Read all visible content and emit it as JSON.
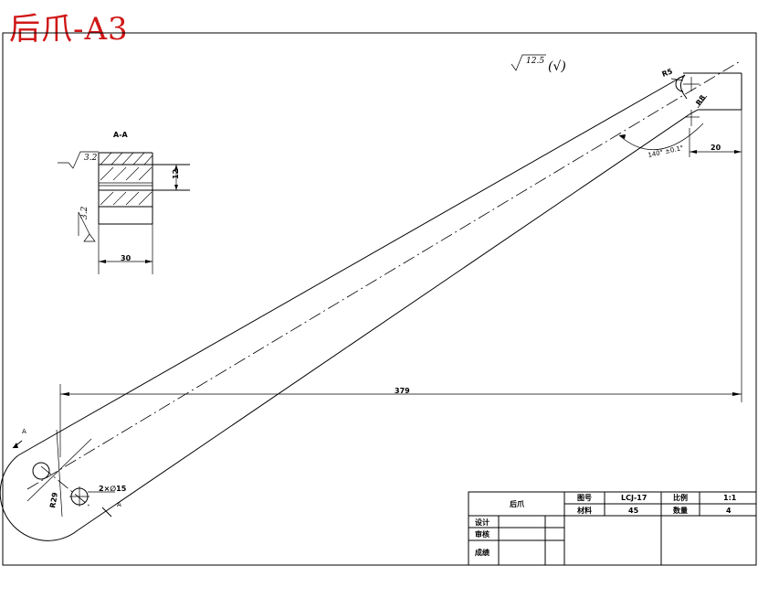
{
  "title_stamp": "后爪-A3",
  "surface_finish": {
    "general_value": "12.5",
    "general_suffix": "(√)",
    "face_value": "3.2",
    "side_value": "3.2"
  },
  "section_view": {
    "label": "A-A",
    "width_dim": "30",
    "thickness_dim": "12"
  },
  "dimensions": {
    "overall_length": "379",
    "right_offset": "20",
    "angle": "140° ±0.1°",
    "radius_small": "R5",
    "radius_large": "R8",
    "hole_callout": "2×∅15",
    "left_radius": "R29"
  },
  "section_marks": {
    "top": "A",
    "bottom": "A"
  },
  "title_block": {
    "part_name": "后爪",
    "drawing_no_label": "图号",
    "drawing_no": "LCJ-17",
    "scale_label": "比例",
    "scale": "1:1",
    "material_label": "材料",
    "material": "45",
    "quantity_label": "数量",
    "quantity": "4",
    "design_label": "设计",
    "review_label": "审核",
    "grade_label": "成绩"
  }
}
